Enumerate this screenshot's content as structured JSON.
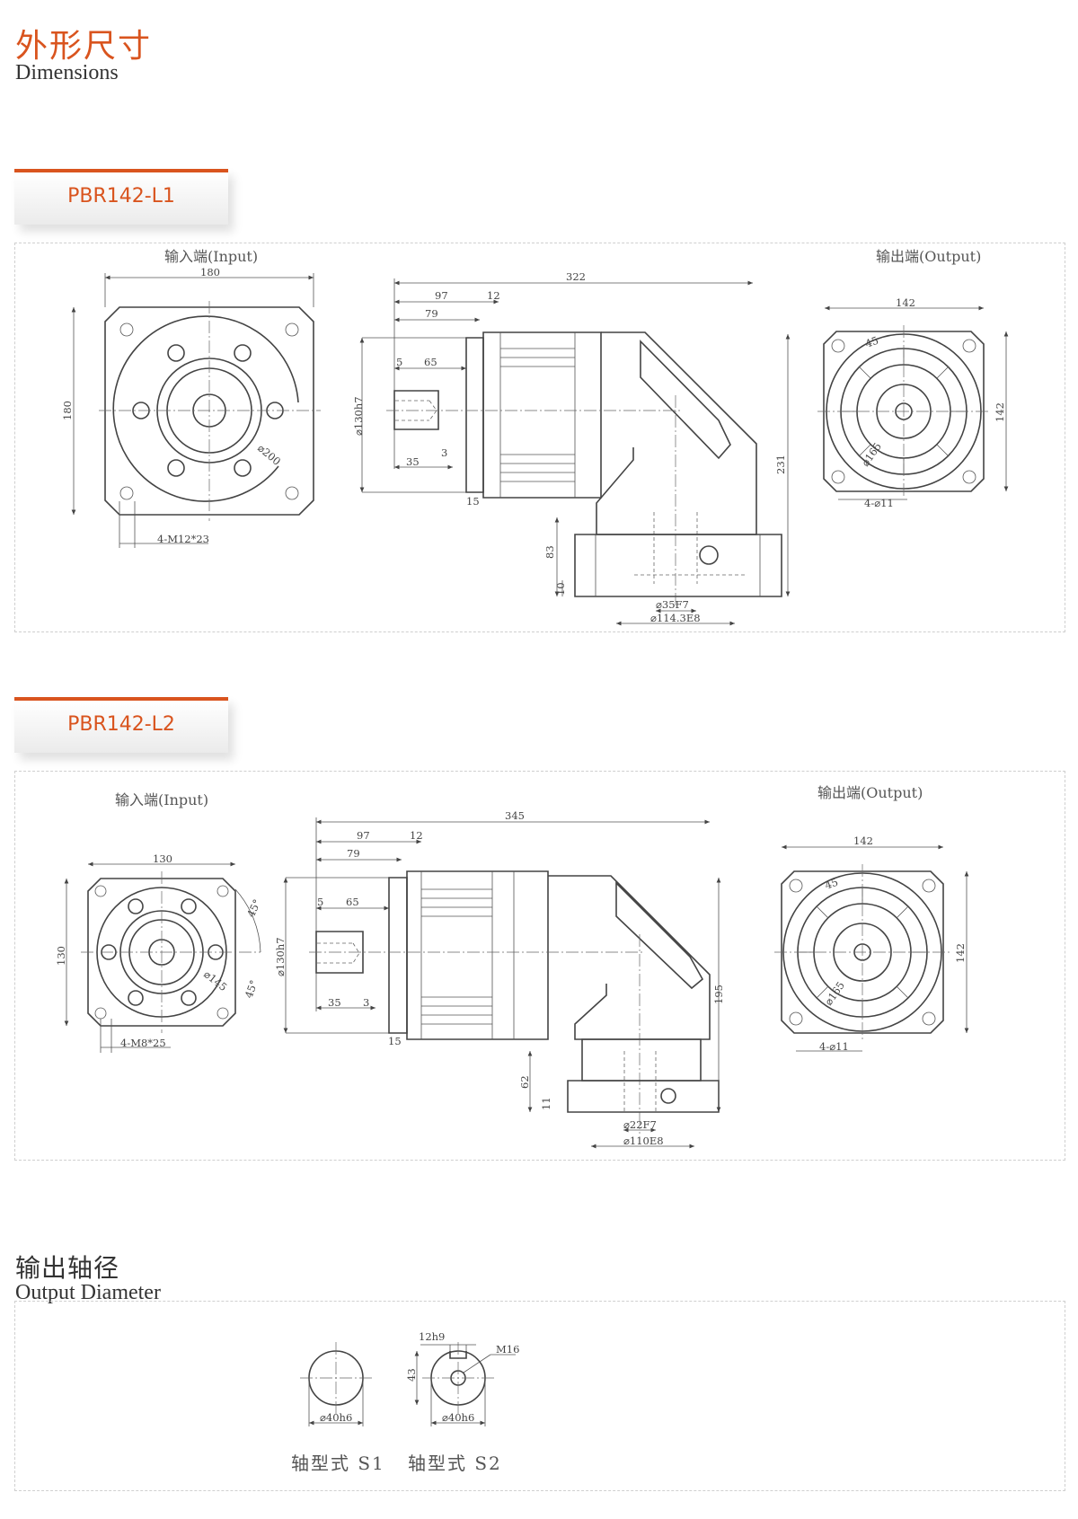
{
  "header": {
    "title_cn": "外形尺寸",
    "title_en": "Dimensions"
  },
  "model1": {
    "name": "PBR142-L1",
    "input_label": "输入端(Input)",
    "output_label": "输出端(Output)",
    "dims": {
      "input_width": "180",
      "input_height": "180",
      "pcd": "⌀200",
      "holes": "4-M12*23",
      "len_total": "322",
      "d97": "97",
      "d12": "12",
      "d79": "79",
      "d5": "5",
      "d65": "65",
      "d35": "35",
      "d3": "3",
      "d15": "15",
      "pilot": "⌀130h7",
      "height": "231",
      "d83": "83",
      "d10": "10",
      "bore": "⌀35F7",
      "flange": "⌀114.3E8",
      "out_size": "142",
      "out_angle": "45",
      "out_pcd": "⌀165",
      "out_holes": "4-⌀11"
    }
  },
  "model2": {
    "name": "PBR142-L2",
    "input_label": "输入端(Input)",
    "output_label": "输出端(Output)",
    "dims": {
      "input_width": "130",
      "input_height": "130",
      "angle_a": "45°",
      "angle_b": "45°",
      "pcd": "⌀145",
      "holes": "4-M8*25",
      "len_total": "345",
      "d97": "97",
      "d12": "12",
      "d79": "79",
      "d5": "5",
      "d65": "65",
      "d35": "35",
      "d3": "3",
      "d15": "15",
      "pilot": "⌀130h7",
      "height": "195",
      "d62": "62",
      "d11": "11",
      "bore": "⌀22F7",
      "flange": "⌀110E8",
      "out_size": "142",
      "out_angle": "45",
      "out_pcd": "⌀165",
      "out_holes": "4-⌀11"
    }
  },
  "output_diameter": {
    "title_cn": "输出轴径",
    "title_en": "Output Diameter",
    "s1": {
      "label": "轴型式 S1",
      "dia": "⌀40h6"
    },
    "s2": {
      "label": "轴型式 S2",
      "dia": "⌀40h6",
      "key": "12h9",
      "height": "43",
      "thread": "M16"
    }
  }
}
